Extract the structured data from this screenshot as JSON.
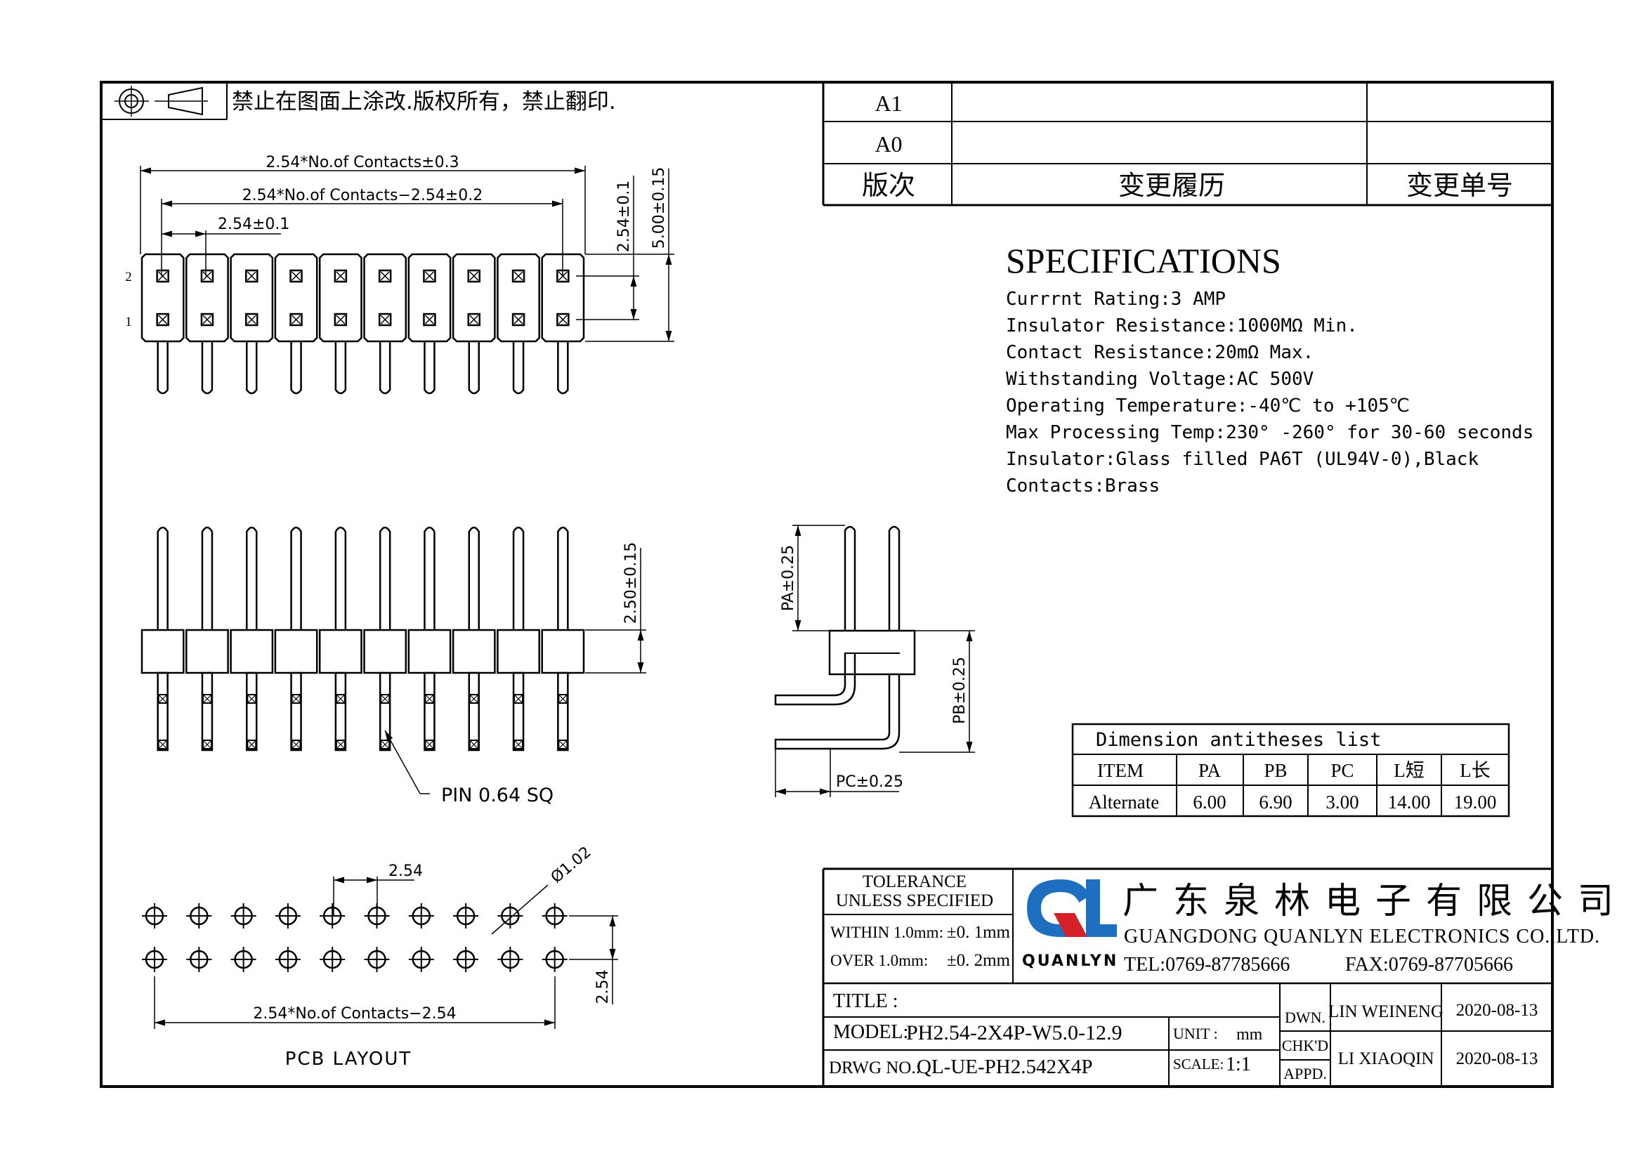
{
  "header": {
    "notice": "禁止在图面上涂改.版权所有，禁止翻印.",
    "projection_symbol_icon": "third-angle-projection-icon"
  },
  "revision_table": {
    "rows": [
      {
        "rev": "A1",
        "desc": "",
        "no": ""
      },
      {
        "rev": "A0",
        "desc": "",
        "no": ""
      }
    ],
    "headers": {
      "rev": "版次",
      "desc": "变更履历",
      "no": "变更单号"
    }
  },
  "specifications": {
    "title": "SPECIFICATIONS",
    "lines": [
      "Currrnt Rating:3 AMP",
      "Insulator Resistance:1000MΩ Min.",
      "Contact Resistance:20mΩ Max.",
      "Withstanding Voltage:AC 500V",
      "Operating Temperature:-40℃ to +105℃",
      "Max Processing Temp:230° -260° for 30-60 seconds",
      "Insulator:Glass filled PA6T (UL94V-0),Black",
      "Contacts:Brass"
    ]
  },
  "top_view": {
    "dim_overall": "2.54*No.of Contacts±0.3",
    "dim_span": "2.54*No.of Contacts−2.54±0.2",
    "dim_pitch": "2.54±0.1",
    "dim_row_pitch": "2.54±0.1",
    "dim_height": "5.00±0.15",
    "row_label_2": "2",
    "row_label_1": "1"
  },
  "front_view": {
    "dim_body": "2.50±0.15",
    "pin_note": "PIN 0.64 SQ"
  },
  "side_view": {
    "dim_pa": "PA±0.25",
    "dim_pb": "PB±0.25",
    "dim_pc": "PC±0.25"
  },
  "pcb_layout": {
    "dim_pitch": "2.54",
    "dim_hole": "Ø1.02",
    "dim_row": "2.54",
    "dim_span": "2.54*No.of Contacts−2.54",
    "caption": "PCB LAYOUT"
  },
  "dimension_table": {
    "title": "Dimension antitheses list",
    "headers": [
      "ITEM",
      "PA",
      "PB",
      "PC",
      "L短",
      "L长"
    ],
    "rows": [
      [
        "Alternate",
        "6.00",
        "6.90",
        "3.00",
        "14.00",
        "19.00"
      ]
    ]
  },
  "title_block": {
    "tolerance_title_1": "TOLERANCE",
    "tolerance_title_2": "UNLESS SPECIFIED",
    "within_label": "WITHIN 1.0mm:",
    "within_value": "±0. 1mm",
    "over_label": "OVER 1.0mm:",
    "over_value": "±0. 2mm",
    "company_cn": "广东泉林电子有限公司",
    "company_en": "GUANGDONG QUANLYN ELECTRONICS CO.,LTD.",
    "logo_text": "QUANLYN",
    "tel": "TEL:0769-87785666",
    "fax": "FAX:0769-87705666",
    "title_label": "TITLE :",
    "title_value": "",
    "model_label": "MODEL:",
    "model_value": "PH2.54-2X4P-W5.0-12.9",
    "drwg_label": "DRWG NO.:",
    "drwg_value": "QL-UE-PH2.542X4P",
    "unit_label": "UNIT :",
    "unit_value": "mm",
    "scale_label": "SCALE:",
    "scale_value": "1:1",
    "dwn_label": "DWN.",
    "chkd_label": "CHK'D",
    "appd_label": "APPD.",
    "dwn_name": "LIN WEINENG",
    "dwn_date": "2020-08-13",
    "chkd_name": "LI XIAOQIN",
    "chkd_date": "2020-08-13"
  }
}
